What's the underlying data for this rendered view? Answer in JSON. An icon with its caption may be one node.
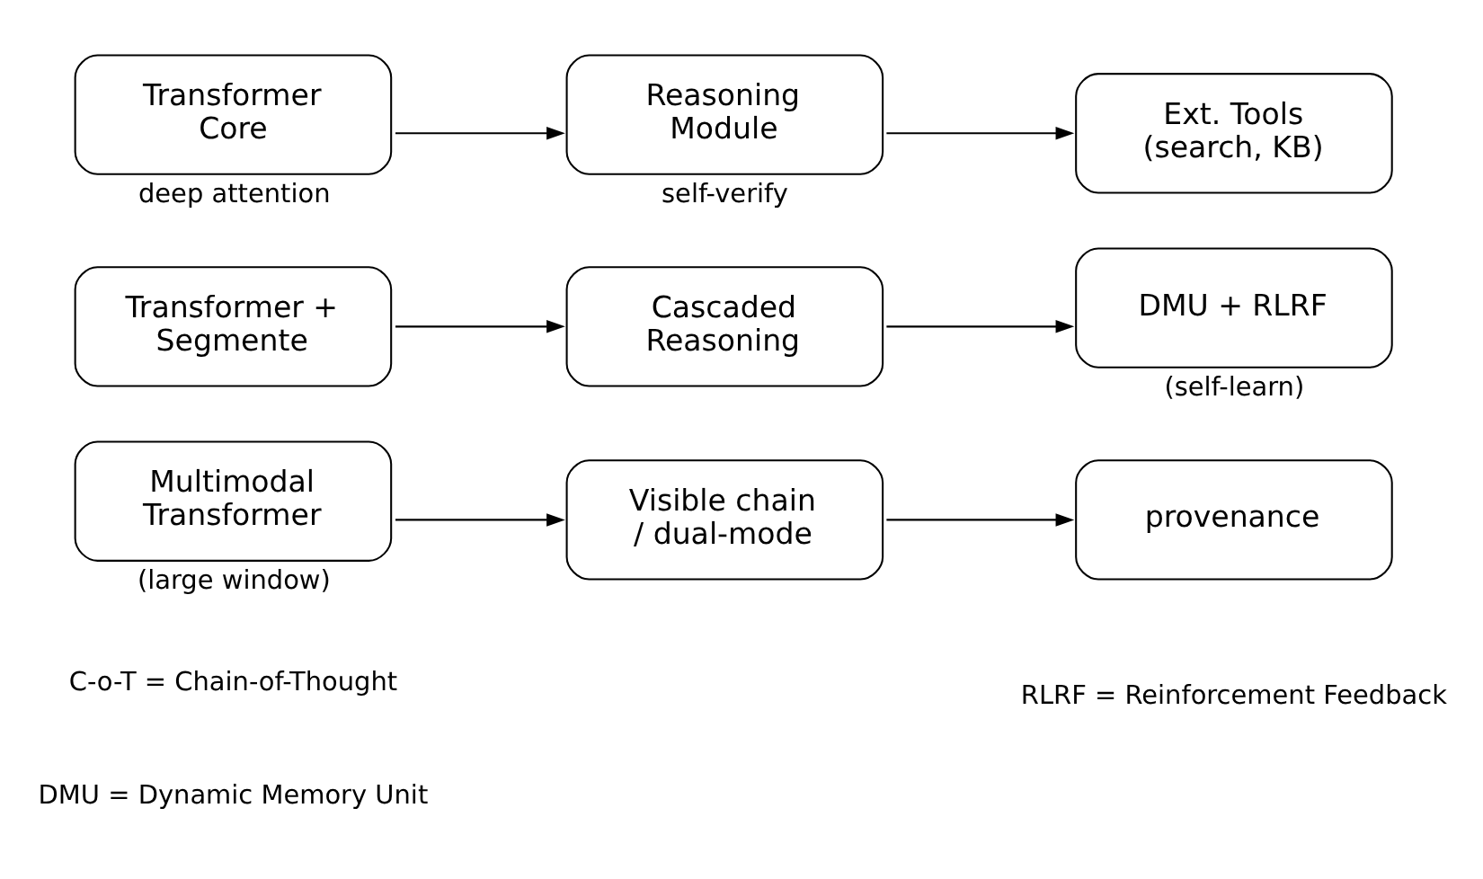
{
  "diagram": {
    "nodes": [
      {
        "text": [
          "Transformer Core"
        ],
        "beside": [
          "deep attention"
        ]
      },
      {
        "text": [
          "Reasoning Module"
        ],
        "beside": [
          "self-verify"
        ]
      },
      {
        "text": [
          "Ext. Tools (search, KB)"
        ]
      },
      {
        "text": [
          "Transformer + Segmente"
        ]
      },
      {
        "text": [
          "Cascaded Reasoning"
        ]
      },
      {
        "text": [
          "DMU + RLRF"
        ],
        "beside": [
          "(self-learn)"
        ]
      },
      {
        "text": [
          "Multimodal Transformer"
        ],
        "beside": [
          "(large window)"
        ]
      },
      {
        "text": [
          "Visible chain / dual-mode"
        ]
      },
      {
        "text": [
          "provenance"
        ]
      }
    ],
    "edges": [
      {
        "from": 0,
        "to": 1,
        "arrow": "to"
      },
      {
        "from": 1,
        "to": 2,
        "arrow": "to"
      },
      {
        "from": 3,
        "to": 4,
        "arrow": "to"
      },
      {
        "from": 4,
        "to": 5,
        "arrow": "to"
      },
      {
        "from": 6,
        "to": 7,
        "arrow": "to"
      },
      {
        "from": 7,
        "to": 8,
        "arrow": "to"
      }
    ],
    "labels": [
      "C-o-T = Chain-of-Thought",
      "DMU = Dynamic Memory Unit",
      "RLRF = Reinforcement Feedback"
    ]
  }
}
